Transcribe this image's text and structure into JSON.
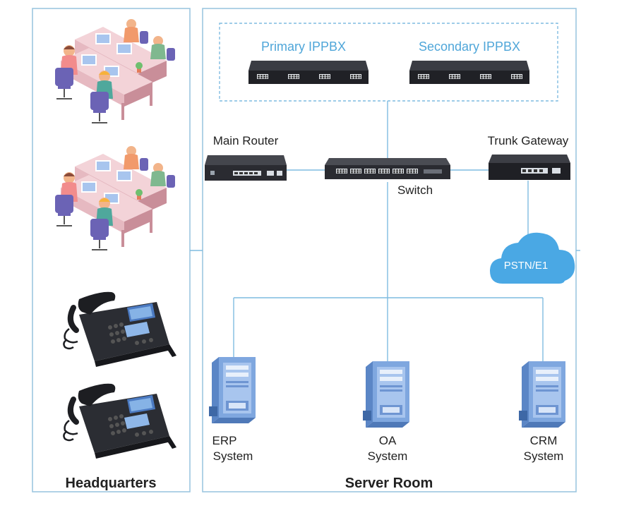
{
  "colors": {
    "frame": "#9cc7df",
    "line": "#7fbbe0",
    "accent": "#4fa6d9",
    "device_dark": "#2b2d33",
    "server_blue": "#6f9ad6",
    "cloud": "#4aa8e4"
  },
  "sections": {
    "headquarters": "Headquarters",
    "server_room": "Server Room"
  },
  "ippbx": {
    "primary": "Primary IPPBX",
    "secondary": "Secondary IPPBX"
  },
  "network": {
    "main_router": "Main Router",
    "trunk_gateway": "Trunk Gateway",
    "switch": "Switch",
    "pstn": "PSTN/E1"
  },
  "servers": [
    {
      "line1": "ERP",
      "line2": "System"
    },
    {
      "line1": "OA",
      "line2": "System"
    },
    {
      "line1": "CRM",
      "line2": "System"
    }
  ],
  "icons": {
    "workstation": "office-desk-cluster-icon",
    "phone": "ip-desk-phone-icon",
    "server": "server-tower-icon",
    "cloud": "cloud-icon"
  }
}
